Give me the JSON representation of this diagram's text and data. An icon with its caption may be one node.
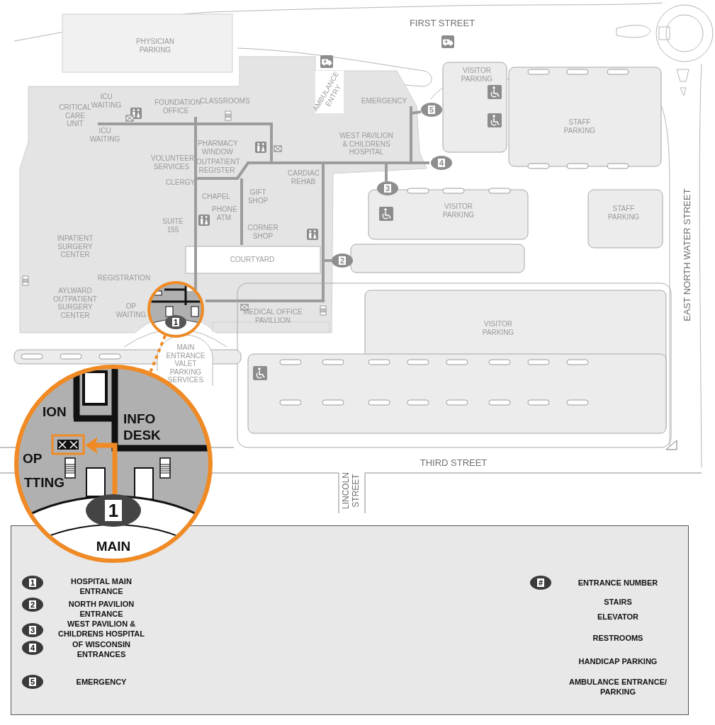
{
  "diagram": {
    "nodes": [
      {
        "text": [
          "1"
        ]
      },
      {
        "text": [
          "ION",
          "INFO DESK",
          "OP",
          "TTING",
          "1",
          "MAIN"
        ]
      }
    ],
    "edges": [
      {
        "from": 0,
        "to": 1,
        "arrow": "none",
        "style": "dashed",
        "color": "#f08a24"
      }
    ],
    "labels": [
      "FIRST STREET",
      "PHYSICIAN PARKING",
      "VISITOR PARKING",
      "ICU WAITING",
      "CRITICAL CARE UNIT",
      "FOUNDATION OFFICE",
      "CLASSROOMS",
      "AMBULANCE ENTRY",
      "EMERGENCY",
      "STAFF PARKING",
      "ICU WAITING",
      "WEST PAVILION & CHILDRENS HOSPITAL",
      "PHARMACY WINDOW",
      "VOLUNTEER SERVICES",
      "OUTPATIENT REGISTER",
      "CARDIAC REHAB",
      "CLERGY",
      "CHAPEL",
      "GIFT SHOP",
      "VISITOR PARKING",
      "STAFF PARKING",
      "PHONE ATM",
      "SUITE 155",
      "CORNER SHOP",
      "INPATIENT SURGERY CENTER",
      "EAST NORTH WATER STREET",
      "COURTYARD",
      "REGISTRATION",
      "AYLWARD OUTPATIENT SURGERY CENTER",
      "OP WAITING",
      "MEDICAL OFFICE PAVILLION",
      "VISITOR PARKING",
      "MAIN ENTRANCE VALET PARKING SERVICES",
      "THIRD STREET",
      "LINCOLN STREET",
      "5",
      "4",
      "3",
      "2",
      "1",
      "2",
      "3",
      "4",
      "5",
      "#"
    ],
    "legend": [
      {
        "text": "HOSPITAL MAIN ENTRANCE"
      },
      {
        "text": "NORTH PAVILION ENTRANCE"
      },
      {
        "text": "WEST PAVILION & CHILDRENS HOSPITAL OF WISCONSIN ENTRANCES"
      },
      {
        "text": "EMERGENCY"
      },
      {
        "text": "ENTRANCE NUMBER"
      },
      {
        "text": "STAIRS"
      },
      {
        "text": "ELEVATOR"
      },
      {
        "text": "RESTROOMS"
      },
      {
        "text": "HANDICAP PARKING"
      },
      {
        "text": "AMBULANCE ENTRANCE/ PARKING"
      }
    ]
  }
}
